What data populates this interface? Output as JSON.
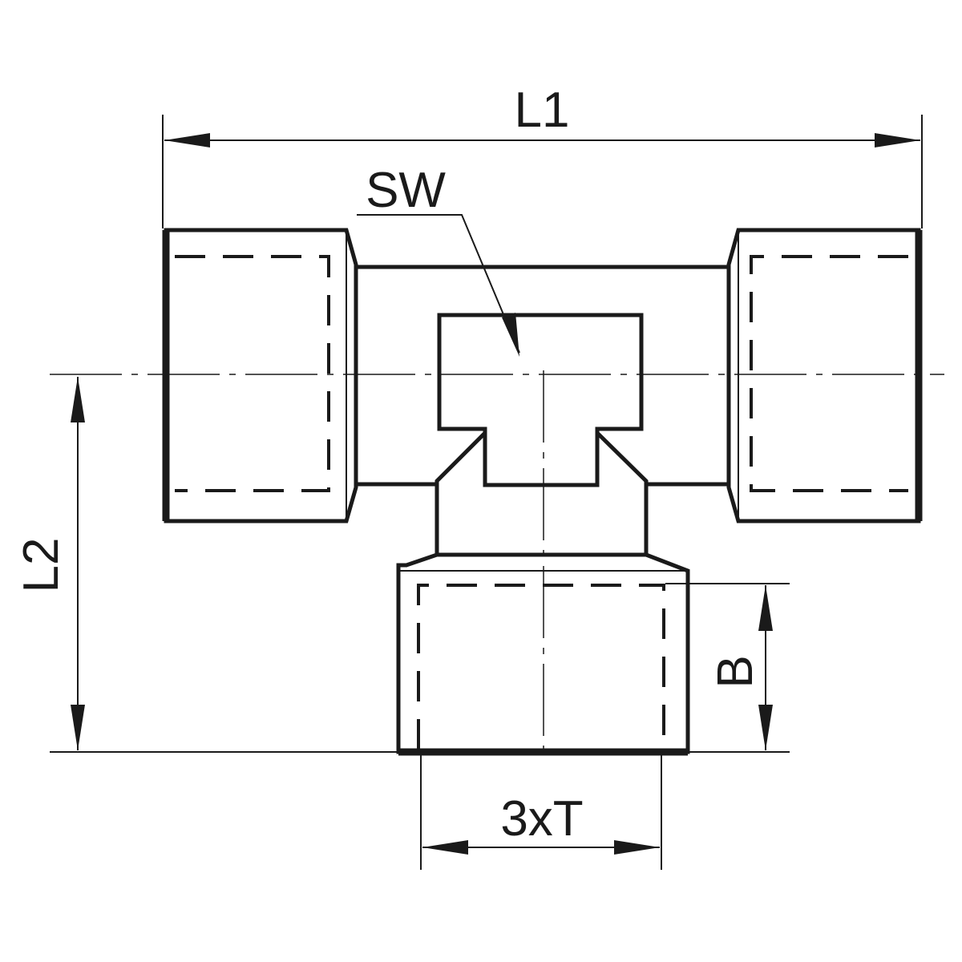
{
  "diagram": {
    "type": "tee-fitting-technical-drawing",
    "labels": {
      "l1": "L1",
      "l2": "L2",
      "sw": "SW",
      "b": "B",
      "thread": "3xT"
    },
    "line_color": "#1a1a1a"
  }
}
